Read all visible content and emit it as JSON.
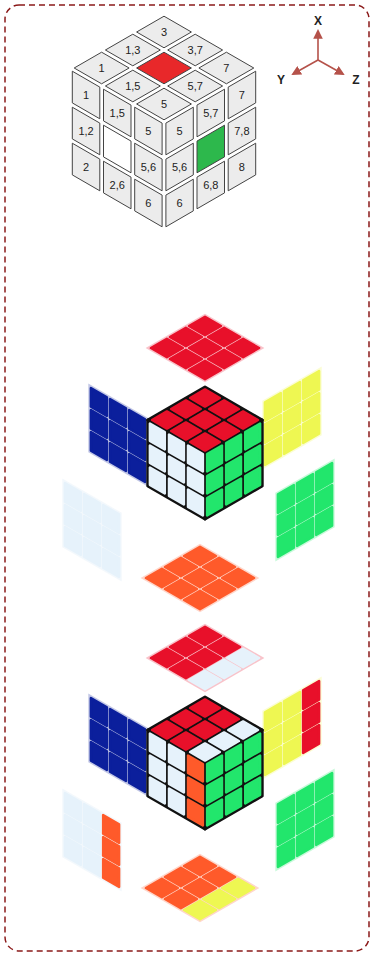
{
  "diagram": {
    "labels": [
      "X",
      "Y",
      "Z",
      "3",
      "1,3",
      "3,7",
      "1",
      "7",
      "1,5",
      "5,7",
      "5",
      "1",
      "7",
      "1,5",
      "5,7",
      "1,2",
      "5",
      "5",
      "7,8",
      "2",
      "5,6",
      "5,6",
      "8",
      "2,6",
      "6,8",
      "6",
      "6"
    ]
  }
}
